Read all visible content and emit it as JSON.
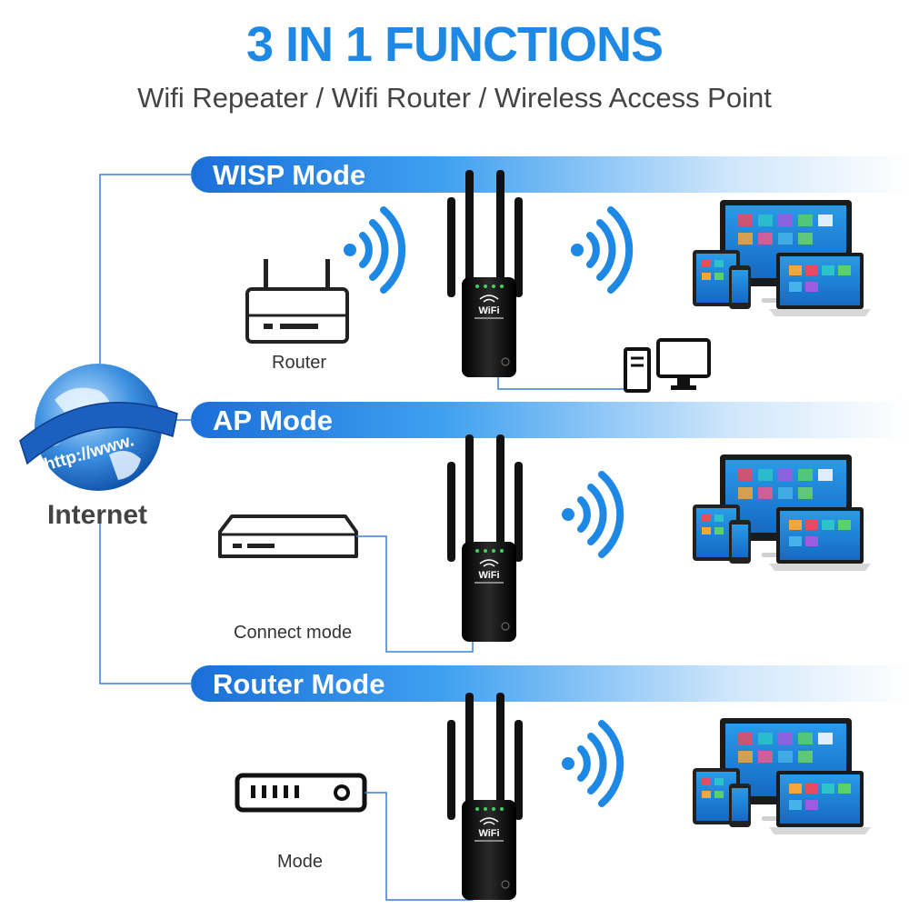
{
  "header": {
    "title": "3 IN 1 FUNCTIONS",
    "subtitle": "Wifi Repeater / Wifi Router / Wireless Access Point"
  },
  "internet": {
    "label": "Internet",
    "url_text": "http://www."
  },
  "modes": [
    {
      "name": "WISP Mode",
      "source_label": "Router"
    },
    {
      "name": "AP Mode",
      "source_label": "Connect mode"
    },
    {
      "name": "Router Mode",
      "source_label": "Mode"
    }
  ],
  "device": {
    "brand": "WiFi"
  },
  "colors": {
    "accent": "#1e88e5",
    "band_dark": "#1a6fd8",
    "line": "#3d7fd4",
    "device": "#111111"
  }
}
